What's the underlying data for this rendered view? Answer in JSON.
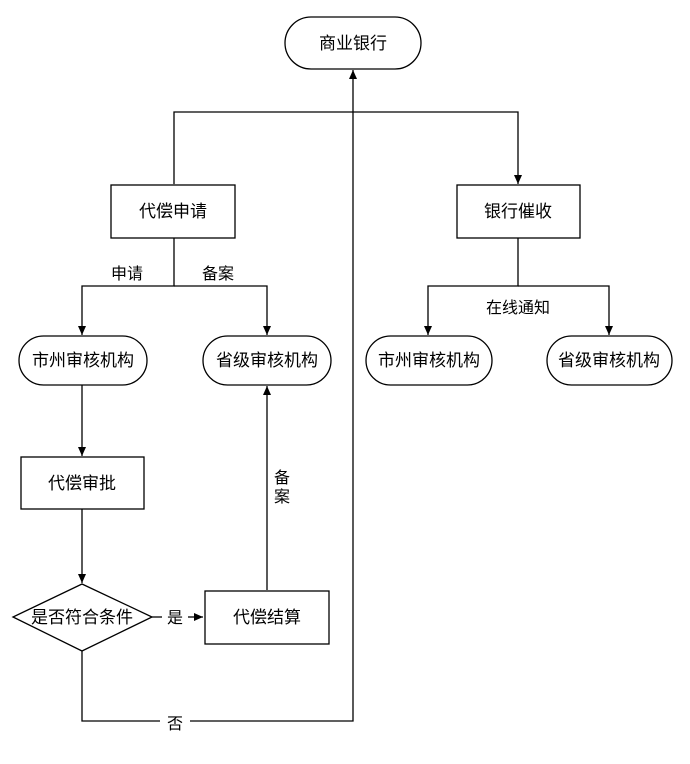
{
  "nodes": {
    "bank": {
      "label": "商业银行",
      "shape": "terminal"
    },
    "compensation_apply": {
      "label": "代偿申请",
      "shape": "process"
    },
    "bank_collection": {
      "label": "银行催收",
      "shape": "process"
    },
    "city_review_left": {
      "label": "市州审核机构",
      "shape": "terminal"
    },
    "province_review_left": {
      "label": "省级审核机构",
      "shape": "terminal"
    },
    "city_review_right": {
      "label": "市州审核机构",
      "shape": "terminal"
    },
    "province_review_right": {
      "label": "省级审核机构",
      "shape": "terminal"
    },
    "compensation_approval": {
      "label": "代偿审批",
      "shape": "process"
    },
    "condition_check": {
      "label": "是否符合条件",
      "shape": "decision"
    },
    "compensation_settlement": {
      "label": "代偿结算",
      "shape": "process"
    }
  },
  "edge_labels": {
    "apply": "申请",
    "filing_top": "备案",
    "online_notice": "在线通知",
    "filing_vertical_1": "备",
    "filing_vertical_2": "案",
    "yes": "是",
    "no": "否"
  },
  "colors": {
    "line": "#000000",
    "fill": "#ffffff",
    "text": "#000000"
  }
}
